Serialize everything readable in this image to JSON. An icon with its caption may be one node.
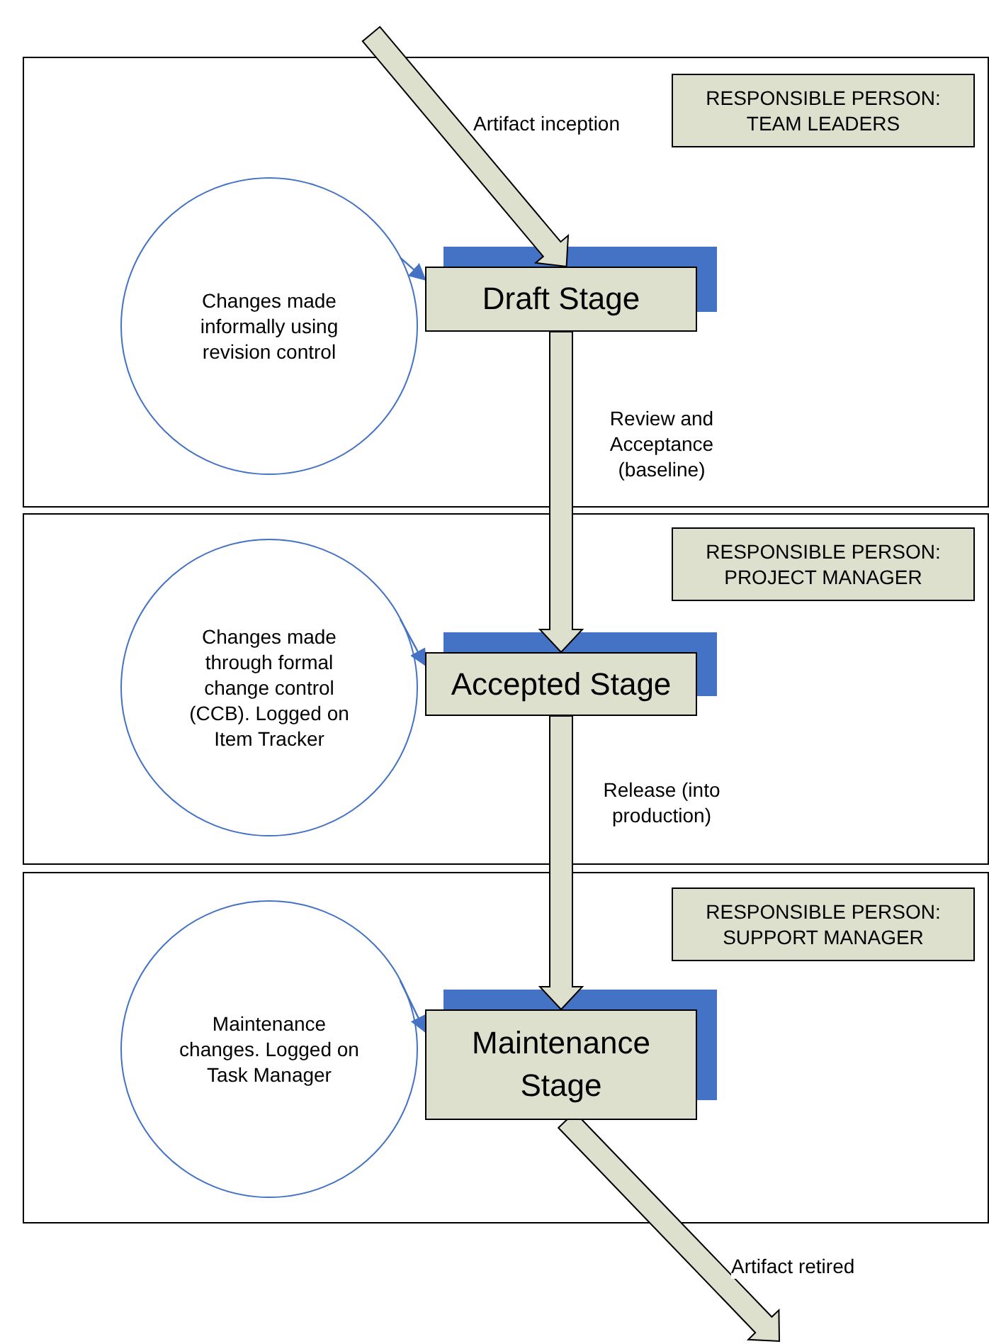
{
  "diagram": {
    "nodes": [
      {
        "text": [],
        "shape": "box"
      },
      {
        "text": [
          "RESPONSIBLE PERSON: TEAM LEADERS"
        ],
        "in": 0
      },
      {
        "text": [
          "Changes made informally using revision control"
        ],
        "in": 0
      },
      {
        "text": [
          "Draft Stage"
        ],
        "in": 0
      },
      {
        "text": [],
        "shape": "box"
      },
      {
        "text": [
          "RESPONSIBLE PERSON: PROJECT MANAGER"
        ],
        "in": 4
      },
      {
        "text": [
          "Changes made through formal change control (CCB). Logged on Item Tracker"
        ],
        "in": 4
      },
      {
        "text": [
          "Accepted Stage"
        ],
        "in": 4
      },
      {
        "text": [],
        "shape": "box"
      },
      {
        "text": [
          "RESPONSIBLE PERSON: SUPPORT MANAGER"
        ],
        "in": 8
      },
      {
        "text": [
          "Maintenance changes. Logged on Task Manager"
        ],
        "in": 8
      },
      {
        "text": [
          "Maintenance Stage"
        ],
        "in": 8
      }
    ],
    "edges": [
      {
        "from": null,
        "to": 3,
        "arrow": "to",
        "label": "Artifact inception"
      },
      {
        "from": 3,
        "to": 7,
        "arrow": "to",
        "label": "Review and Acceptance (baseline)"
      },
      {
        "from": 7,
        "to": 11,
        "arrow": "to",
        "label": "Release (into production)"
      },
      {
        "from": 11,
        "to": null,
        "arrow": "to",
        "label": "Artifact retired"
      },
      {
        "from": 2,
        "to": 3,
        "arrow": "to",
        "color": "#4472c4"
      },
      {
        "from": 6,
        "to": 7,
        "arrow": "to",
        "color": "#4472c4"
      },
      {
        "from": 10,
        "to": 11,
        "arrow": "to",
        "color": "#4472c4"
      }
    ]
  }
}
